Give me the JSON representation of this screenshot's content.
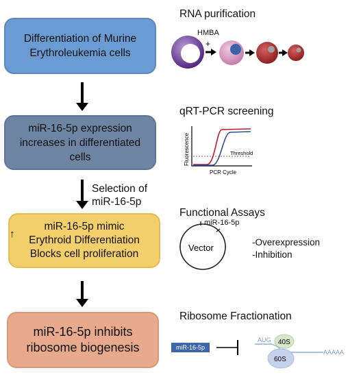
{
  "steps": [
    {
      "line1": "Differentiation of Murine",
      "line2": "Erythroleukemia cells"
    },
    {
      "line1": "miR-16-5p expression",
      "line2": "increases in differentiated",
      "line3": "cells"
    },
    {
      "line1": "miR-16-5p mimic",
      "line2": "Erythroid Differentiation",
      "line3": "Blocks cell proliferation",
      "arrow_glyph": "↑"
    },
    {
      "line1": "miR-16-5p inhibits",
      "line2": "ribosome biogenesis"
    }
  ],
  "selection": {
    "line1": "Selection of",
    "line2": "miR-16-5p"
  },
  "panels": {
    "rna": {
      "title": "RNA purification",
      "agent": "HMBA",
      "plus": "+"
    },
    "qpcr": {
      "title": "qRT-PCR screening",
      "y_label": "Fluorescence",
      "x_label": "PCR Cycle",
      "threshold": "Threshold"
    },
    "functional": {
      "title": "Functional Assays",
      "insert": "miR-16-5p",
      "vector": "Vector",
      "items": [
        "-Overexpression",
        "-Inhibition"
      ]
    },
    "ribosome": {
      "title": "Ribosome Fractionation",
      "mirna": "miR-16-5p",
      "start_codon": "AUG",
      "small_subunit": "40S",
      "large_subunit": "60S",
      "polya": "AAAAA"
    }
  },
  "colors": {
    "box1": "#6a9bd2",
    "box2": "#6d84a3",
    "box3": "#f2cf6b",
    "box4": "#e8a98c",
    "curve_red": "#c0162b",
    "curve_blue": "#2f4f8f",
    "mrna": "#8fb0d8"
  }
}
